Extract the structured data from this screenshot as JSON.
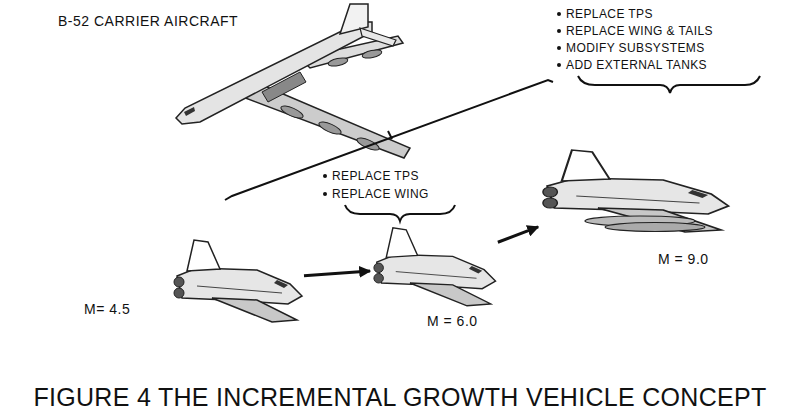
{
  "diagram": {
    "caption": "FIGURE 4 THE INCREMENTAL GROWTH VEHICLE CONCEPT",
    "nodes": [
      {
        "text": [
          "B-52 CARRIER AIRCRAFT"
        ]
      },
      {
        "text": [
          "M= 4.5"
        ]
      },
      {
        "text": [
          "M = 6.0"
        ]
      },
      {
        "text": [
          "M = 9.0"
        ]
      }
    ],
    "edges": [
      {
        "from": 1,
        "to": 2,
        "arrow": "to"
      },
      {
        "from": 2,
        "to": 3,
        "arrow": "to"
      }
    ],
    "labels": [
      "REPLACE TPS",
      "REPLACE WING",
      "REPLACE TPS",
      "REPLACE WING & TAILS",
      "MODIFY SUBSYSTEMS",
      "ADD EXTERNAL TANKS"
    ]
  }
}
